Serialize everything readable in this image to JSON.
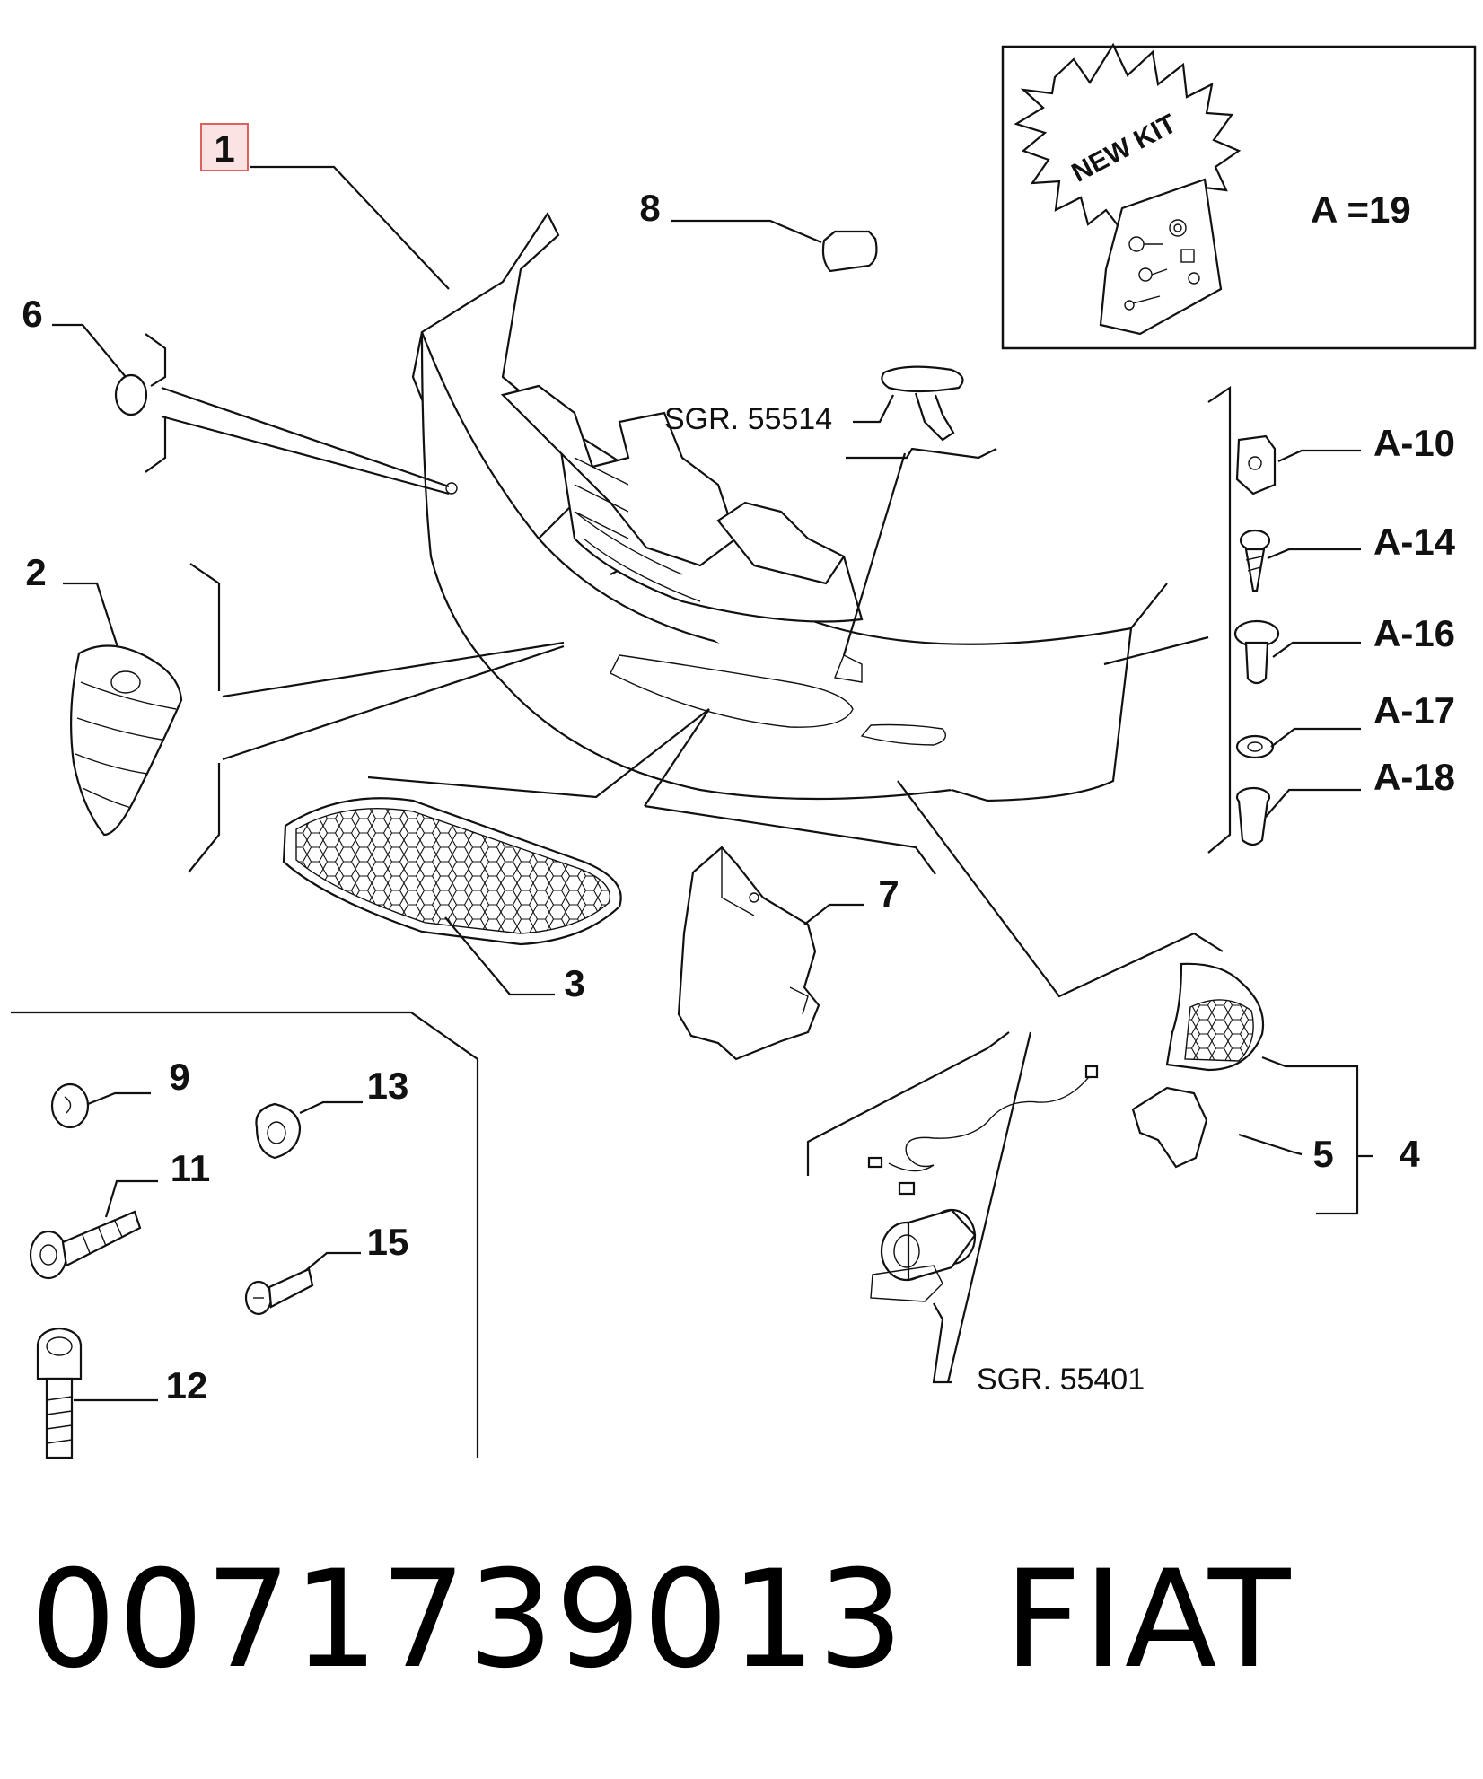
{
  "callouts": {
    "c1": "1",
    "c2": "2",
    "c3": "3",
    "c4": "4",
    "c5": "5",
    "c6": "6",
    "c7": "7",
    "c8": "8",
    "c9": "9",
    "c11": "11",
    "c12": "12",
    "c13": "13",
    "c15": "15",
    "a10": "A-10",
    "a14": "A-14",
    "a16": "A-16",
    "a17": "A-17",
    "a18": "A-18"
  },
  "references": {
    "sgr_top": "SGR. 55514",
    "sgr_bottom": "SGR. 55401"
  },
  "kit": {
    "badge": "NEW KIT",
    "label": "A =19"
  },
  "footer": {
    "part_number": "0071739013",
    "brand": "FIAT"
  },
  "colors": {
    "highlight_border": "#e06060",
    "highlight_fill": "#fbe3e3",
    "ink": "#111111"
  }
}
